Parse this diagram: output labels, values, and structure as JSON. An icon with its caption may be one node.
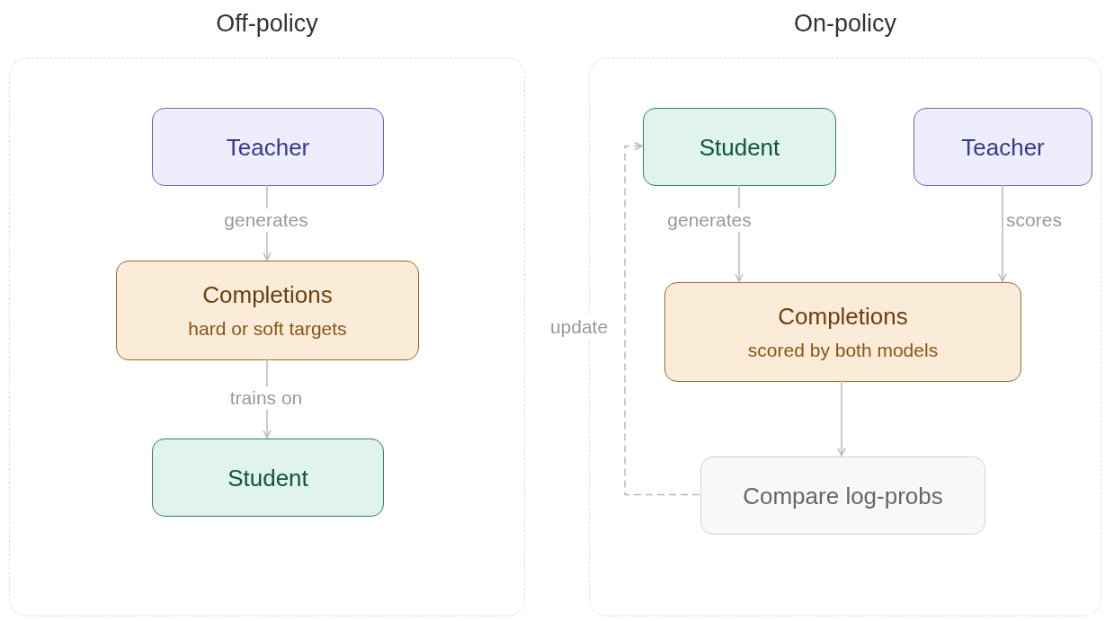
{
  "diagram": {
    "nodes": [
      {
        "text": [
          "Off-policy"
        ]
      },
      {
        "text": [
          "Teacher"
        ],
        "in": 0
      },
      {
        "text": [
          "Completions",
          "hard or soft targets"
        ],
        "in": 0
      },
      {
        "text": [
          "Student"
        ],
        "in": 0
      },
      {
        "text": [
          "On-policy"
        ]
      },
      {
        "text": [
          "Student"
        ],
        "in": 4
      },
      {
        "text": [
          "Teacher"
        ],
        "in": 4
      },
      {
        "text": [
          "Completions",
          "scored by both models"
        ],
        "in": 4
      },
      {
        "text": [
          "Compare log-probs"
        ],
        "in": 4
      }
    ],
    "edges": [
      {
        "from": 1,
        "to": 2,
        "arrow": "to",
        "label": "generates"
      },
      {
        "from": 2,
        "to": 3,
        "arrow": "to",
        "label": "trains on"
      },
      {
        "from": 5,
        "to": 7,
        "arrow": "to",
        "label": "generates"
      },
      {
        "from": 6,
        "to": 7,
        "arrow": "to",
        "label": "scores"
      },
      {
        "from": 7,
        "to": 8,
        "arrow": "to"
      },
      {
        "from": 8,
        "to": 5,
        "arrow": "to",
        "label": "update",
        "style": "dashed"
      }
    ]
  }
}
